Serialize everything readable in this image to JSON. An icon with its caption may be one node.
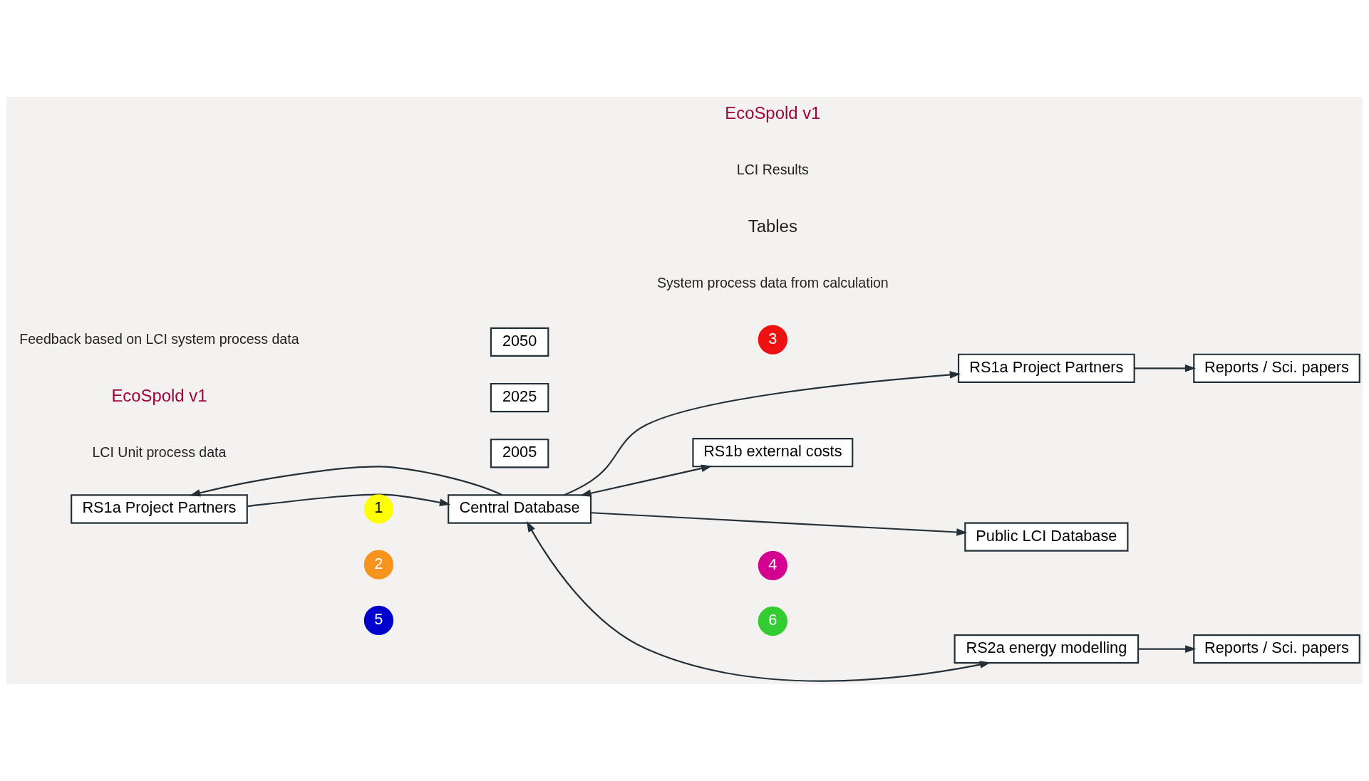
{
  "diagram": {
    "nodes": [
      {
        "text": [
          "RS1a Project Partners"
        ]
      },
      {
        "text": [
          "Central Database"
        ]
      },
      {
        "text": [
          "2050"
        ]
      },
      {
        "text": [
          "2025"
        ]
      },
      {
        "text": [
          "2005"
        ]
      },
      {
        "text": [
          "RS1a Project Partners"
        ]
      },
      {
        "text": [
          "Reports / Sci. papers"
        ]
      },
      {
        "text": [
          "Public LCI Database"
        ]
      },
      {
        "text": [
          "RS1b external costs"
        ]
      },
      {
        "text": [
          "RS2a energy modelling"
        ]
      },
      {
        "text": [
          "Reports / Sci. papers"
        ]
      },
      {
        "text": [
          "1"
        ]
      },
      {
        "text": [
          "2"
        ]
      },
      {
        "text": [
          "3"
        ]
      },
      {
        "text": [
          "4"
        ]
      },
      {
        "text": [
          "5"
        ]
      },
      {
        "text": [
          "6"
        ]
      }
    ],
    "edges": [
      {
        "from": 0,
        "to": 1,
        "arrow": "to"
      },
      {
        "from": 1,
        "to": 0,
        "arrow": "to"
      },
      {
        "from": 1,
        "to": 5,
        "arrow": "to"
      },
      {
        "from": 1,
        "to": 7,
        "arrow": "to"
      },
      {
        "from": 1,
        "to": 8,
        "arrow": "both"
      },
      {
        "from": 1,
        "to": 9,
        "arrow": "both"
      },
      {
        "from": 5,
        "to": 6,
        "arrow": "to"
      },
      {
        "from": 9,
        "to": 10,
        "arrow": "to"
      }
    ],
    "labels": [
      "EcoSpold v1",
      "LCI Unit process data",
      "Tables",
      "System process data from calculation",
      "Feedback based on LCI system process data",
      "EcoSpold v1",
      "LCI Results"
    ]
  }
}
